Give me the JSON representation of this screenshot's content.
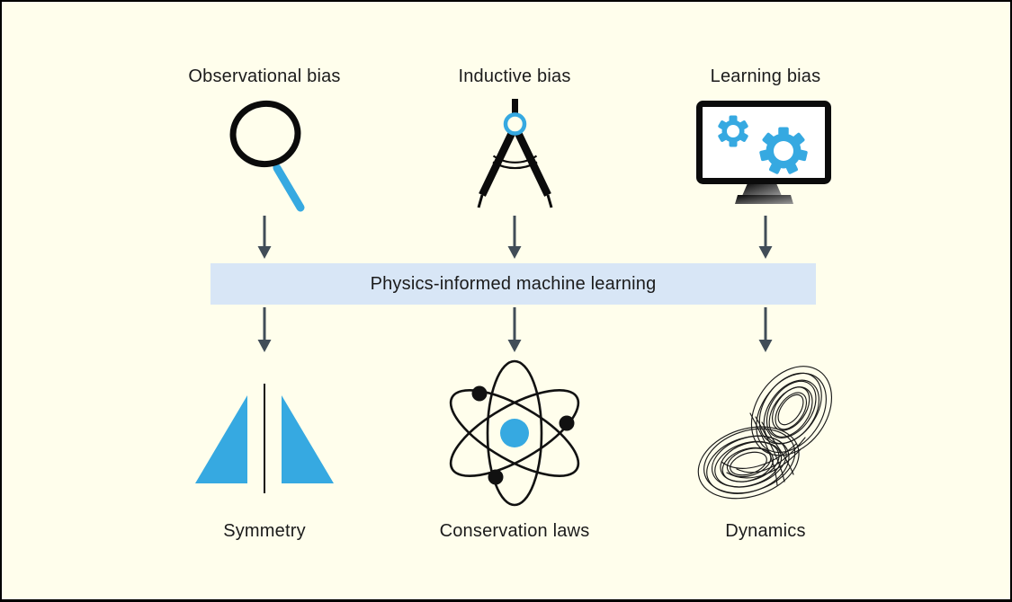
{
  "banner": {
    "label": "Physics-informed machine learning"
  },
  "columns": [
    {
      "top_label": "Observational bias",
      "top_icon": "magnifying-glass-icon",
      "bottom_label": "Symmetry",
      "bottom_icon": "mirror-symmetry-icon"
    },
    {
      "top_label": "Inductive bias",
      "top_icon": "drafting-compass-icon",
      "bottom_label": "Conservation laws",
      "bottom_icon": "atom-icon"
    },
    {
      "top_label": "Learning bias",
      "top_icon": "computer-gears-icon",
      "bottom_label": "Dynamics",
      "bottom_icon": "lorenz-attractor-icon"
    }
  ],
  "colors": {
    "background": "#FFFEEC",
    "banner_blue": "#D8E6F6",
    "accent_blue": "#36A9E1",
    "arrow": "#414D58",
    "text": "#1B1B1B",
    "line": "#111111",
    "border": "#000000"
  }
}
